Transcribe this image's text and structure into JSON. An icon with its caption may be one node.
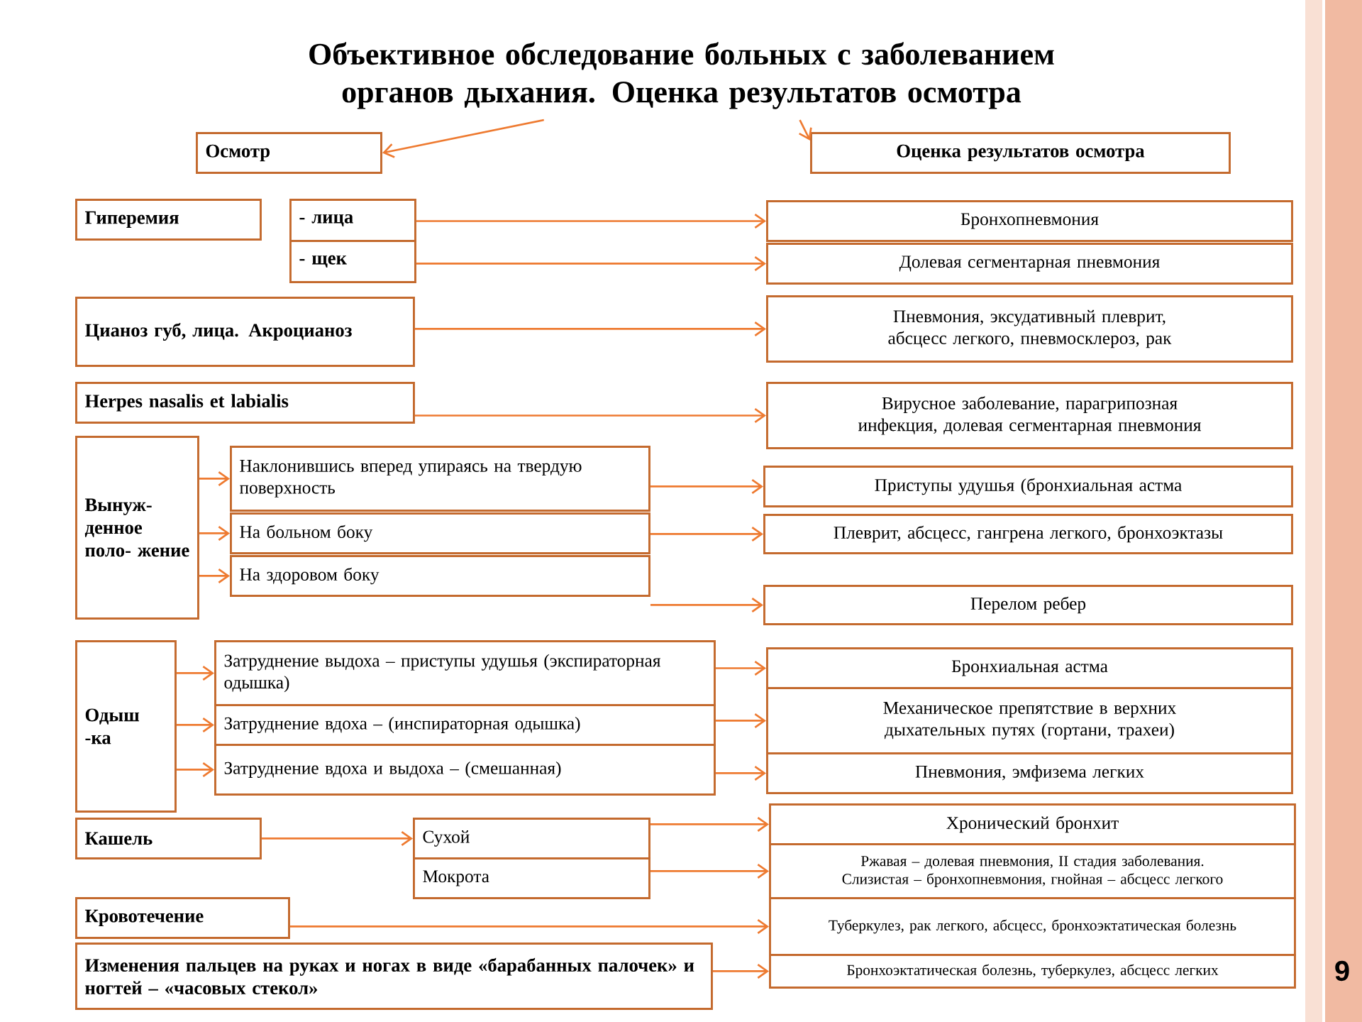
{
  "diagram": {
    "nodes": [
      {
        "text": [
          "Объективное обследование больных с заболеванием органов дыхания. Оценка результатов осмотра"
        ]
      },
      {
        "text": [
          "Осмотр"
        ]
      },
      {
        "text": [
          "Оценка результатов  осмотра"
        ]
      },
      {
        "text": [
          "Гиперемия"
        ]
      },
      {
        "text": [
          "- лица"
        ]
      },
      {
        "text": [
          "- щек"
        ]
      },
      {
        "text": [
          "Цианоз губ, лица. Акроцианоз"
        ]
      },
      {
        "text": [
          "Herpes nasalis et labialis"
        ]
      },
      {
        "text": [
          "Вынуж- денное поло- жение"
        ]
      },
      {
        "text": [
          "Наклонившись вперед упираясь на твердую поверхность"
        ]
      },
      {
        "text": [
          "На больном боку"
        ]
      },
      {
        "text": [
          "На здоровом боку"
        ]
      },
      {
        "text": [
          "Одыш -ка"
        ]
      },
      {
        "text": [
          "Затруднение выдоха – приступы удушья (экспираторная одышка)"
        ]
      },
      {
        "text": [
          "Затруднение вдоха – (инспираторная одышка)"
        ]
      },
      {
        "text": [
          "Затруднение вдоха  и выдоха – (смешанная)"
        ]
      },
      {
        "text": [
          "Кашель"
        ]
      },
      {
        "text": [
          "Сухой"
        ]
      },
      {
        "text": [
          "Мокрота"
        ]
      },
      {
        "text": [
          "Кровотечение"
        ]
      },
      {
        "text": [
          "Изменения пальцев на руках и ногах в виде «барабанных палочек» и ногтей – «часовых стекол»"
        ]
      },
      {
        "text": [
          "Бронхопневмония"
        ]
      },
      {
        "text": [
          "Долевая сегментарная пневмония"
        ]
      },
      {
        "text": [
          "Пневмония, эксудативный плеврит, абсцесс легкого, пневмосклероз, рак"
        ]
      },
      {
        "text": [
          "Вирусное заболевание, парагрипозная инфекция, долевая сегментарная пневмония"
        ]
      },
      {
        "text": [
          "Приступы удушья (бронхиальная астма"
        ]
      },
      {
        "text": [
          "Плеврит, абсцесс, гангрена легкого, бронхоэктазы"
        ]
      },
      {
        "text": [
          "Перелом ребер"
        ]
      },
      {
        "text": [
          "Бронхиальная астма"
        ]
      },
      {
        "text": [
          "Механическое препятствие в верхних дыхательных путях (гортани, трахеи)"
        ]
      },
      {
        "text": [
          "Пневмония, эмфизема легких"
        ]
      },
      {
        "text": [
          "Хронический бронхит"
        ]
      },
      {
        "text": [
          "Ржавая – долевая пневмония, II  стадия заболевания. Слизистая – бронхопневмония, гнойная – абсцесс легкого"
        ]
      },
      {
        "text": [
          "Туберкулез, рак легкого, абсцесс, бронхоэктатическая болезнь"
        ]
      },
      {
        "text": [
          "Бронхоэктатическая болезнь, туберкулез, абсцесс легких"
        ]
      }
    ],
    "edges": [
      {
        "from": 0,
        "to": 1,
        "arrow": "to"
      },
      {
        "from": 0,
        "to": 2,
        "arrow": "to"
      },
      {
        "from": 4,
        "to": 21,
        "arrow": "to"
      },
      {
        "from": 5,
        "to": 22,
        "arrow": "to"
      },
      {
        "from": 6,
        "to": 23,
        "arrow": "to"
      },
      {
        "from": 7,
        "to": 24,
        "arrow": "to"
      },
      {
        "from": 8,
        "to": 9,
        "arrow": "to"
      },
      {
        "from": 8,
        "to": 10,
        "arrow": "to"
      },
      {
        "from": 8,
        "to": 11,
        "arrow": "to"
      },
      {
        "from": 9,
        "to": 25,
        "arrow": "to"
      },
      {
        "from": 10,
        "to": 26,
        "arrow": "to"
      },
      {
        "from": 11,
        "to": 27,
        "arrow": "to"
      },
      {
        "from": 12,
        "to": 13,
        "arrow": "to"
      },
      {
        "from": 12,
        "to": 14,
        "arrow": "to"
      },
      {
        "from": 12,
        "to": 15,
        "arrow": "to"
      },
      {
        "from": 13,
        "to": 28,
        "arrow": "to"
      },
      {
        "from": 14,
        "to": 29,
        "arrow": "to"
      },
      {
        "from": 15,
        "to": 30,
        "arrow": "to"
      },
      {
        "from": 16,
        "to": 17,
        "arrow": "to"
      },
      {
        "from": 17,
        "to": 31,
        "arrow": "to"
      },
      {
        "from": 18,
        "to": 32,
        "arrow": "to"
      },
      {
        "from": 19,
        "to": 33,
        "arrow": "to"
      },
      {
        "from": 20,
        "to": 34,
        "arrow": "to"
      }
    ],
    "labels": [
      "9"
    ]
  }
}
